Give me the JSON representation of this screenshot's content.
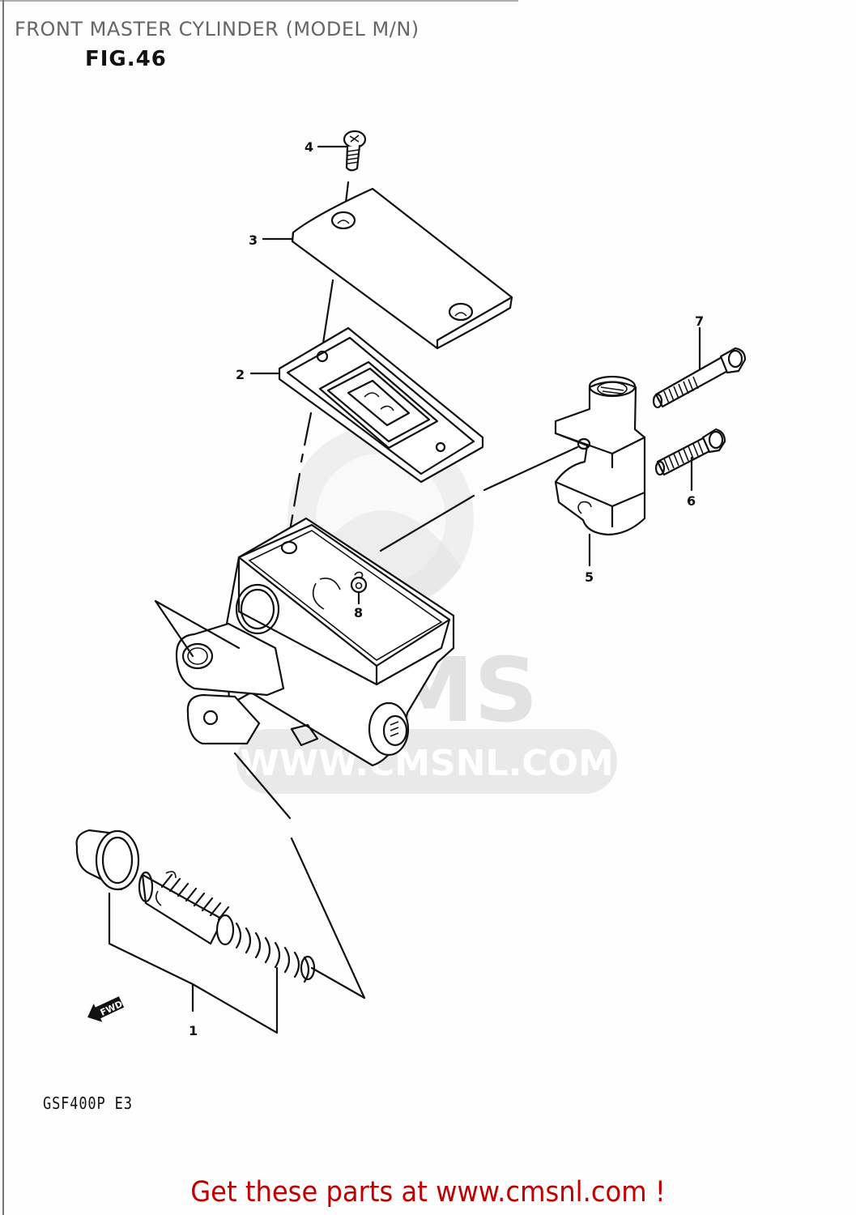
{
  "header": {
    "title": "FRONT MASTER CYLINDER (MODEL M/N)",
    "figure": "FIG.46"
  },
  "footer": {
    "model_code": "GSF400P E3",
    "call_to_action": "Get these parts at www.cmsnl.com !"
  },
  "watermark": {
    "logo_text": "CMS",
    "url_text": "WWW.CMSNL.COM"
  },
  "direction_marker": {
    "label": "FWD",
    "icon": "arrow-left-icon"
  },
  "parts": [
    {
      "ref": "1",
      "name": "piston-cup-spring-kit"
    },
    {
      "ref": "2",
      "name": "reservoir-diaphragm"
    },
    {
      "ref": "3",
      "name": "reservoir-cap"
    },
    {
      "ref": "4",
      "name": "cap-screw"
    },
    {
      "ref": "5",
      "name": "handlebar-clamp"
    },
    {
      "ref": "6",
      "name": "clamp-bolt-short"
    },
    {
      "ref": "7",
      "name": "clamp-bolt-long"
    },
    {
      "ref": "8",
      "name": "float-plate"
    }
  ],
  "colors": {
    "title": "#666666",
    "cta": "#c00000",
    "line_art": "#111111",
    "watermark": "#e2e2e2"
  }
}
